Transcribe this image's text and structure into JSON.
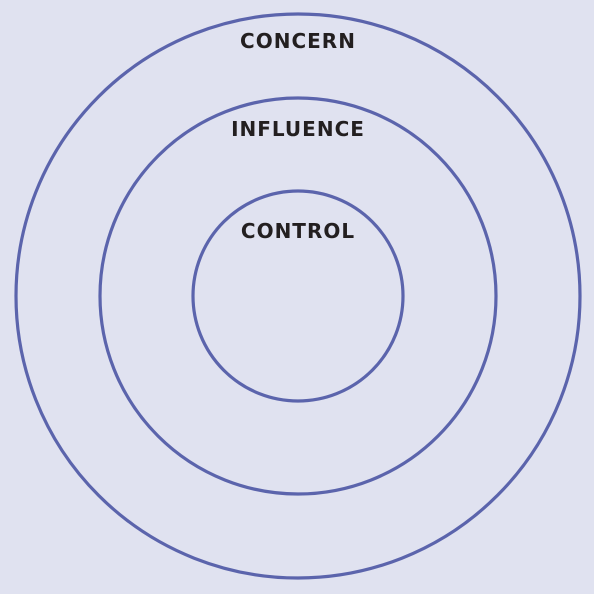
{
  "diagram": {
    "rings": [
      {
        "id": "concern",
        "label": "CONCERN"
      },
      {
        "id": "influence",
        "label": "INFLUENCE"
      },
      {
        "id": "control",
        "label": "CONTROL"
      }
    ]
  },
  "colors": {
    "background": "#e0e2f0",
    "ring_stroke": "#5b64ac",
    "label_text": "#231f20"
  }
}
